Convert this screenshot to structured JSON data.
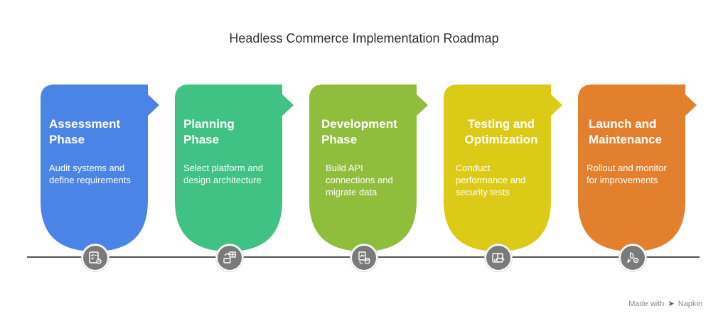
{
  "title": "Headless Commerce Implementation Roadmap",
  "phases": [
    {
      "title": "Assessment Phase",
      "description": "Audit systems and define requirements",
      "icon": "checklist-settings-icon",
      "color": "#4a84e4"
    },
    {
      "title": "Planning Phase",
      "description": "Select platform and design architecture",
      "icon": "architecture-planning-icon",
      "color": "#3fc283"
    },
    {
      "title": "Development Phase",
      "description": "Build API connections and migrate data",
      "icon": "data-migration-icon",
      "color": "#8fbe3c"
    },
    {
      "title": "Testing and Optimization",
      "description": "Conduct performance and security tests",
      "icon": "performance-search-icon",
      "color": "#dccb16"
    },
    {
      "title": "Launch and Maintenance",
      "description": "Rollout and monitor for improvements",
      "icon": "rocket-settings-icon",
      "color": "#e2802e"
    }
  ],
  "footer": {
    "made_with": "Made with",
    "brand": "Napkin"
  }
}
